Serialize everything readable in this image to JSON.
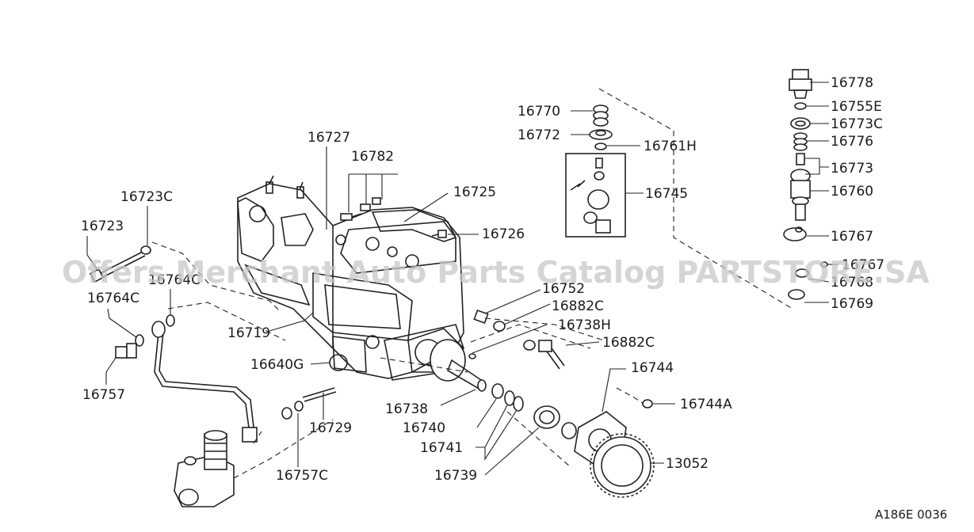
{
  "watermark": "Offers Merchant Auto Parts Catalog PARTSTORE.SA",
  "reference_code": "A186E 0036",
  "callouts": {
    "c16778": "16778",
    "c16755E": "16755E",
    "c16773C": "16773C",
    "c16776": "16776",
    "c16773": "16773",
    "c16760": "16760",
    "c16767a": "16767",
    "c16767b": "16767",
    "c16768": "16768",
    "c16769": "16769",
    "c16770": "16770",
    "c16772": "16772",
    "c16761H": "16761H",
    "c16745": "16745",
    "c16727": "16727",
    "c16782": "16782",
    "c16725": "16725",
    "c16726": "16726",
    "c16723C": "16723C",
    "c16723": "16723",
    "c16764Ca": "16764C",
    "c16764Cb": "16764C",
    "c16719": "16719",
    "c16752": "16752",
    "c16882Ca": "16882C",
    "c16738H": "16738H",
    "c16882Cb": "16882C",
    "c16640G": "16640G",
    "c16757": "16757",
    "c16744": "16744",
    "c16744A": "16744A",
    "c16738": "16738",
    "c16729": "16729",
    "c16740": "16740",
    "c16741": "16741",
    "c16757C": "16757C",
    "c16739": "16739",
    "c13052": "13052"
  }
}
